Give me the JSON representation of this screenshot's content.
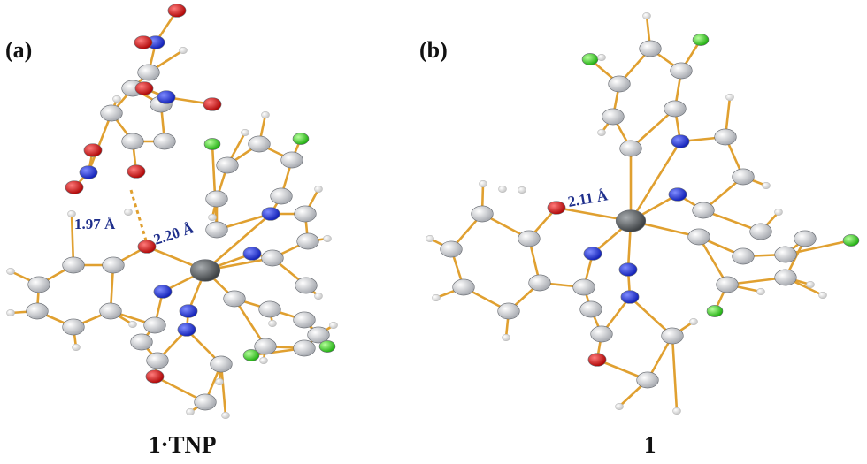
{
  "panels": {
    "a": {
      "label": "(a)",
      "caption": "1·TNP",
      "distance_hbond": "1.97 Å",
      "distance_metal_o": "2.20 Å"
    },
    "b": {
      "label": "(b)",
      "caption": "1",
      "distance_metal_o": "2.11 Å"
    }
  },
  "colors": {
    "bond": "#e0a030",
    "carbon": "#d9dbe0",
    "hydrogen": "#f4f4f4",
    "nitrogen": "#2233dd",
    "oxygen": "#e01818",
    "chlorine": "#33dd22",
    "metal": "#6b6f72",
    "distance_text": "#1f2f8c"
  }
}
